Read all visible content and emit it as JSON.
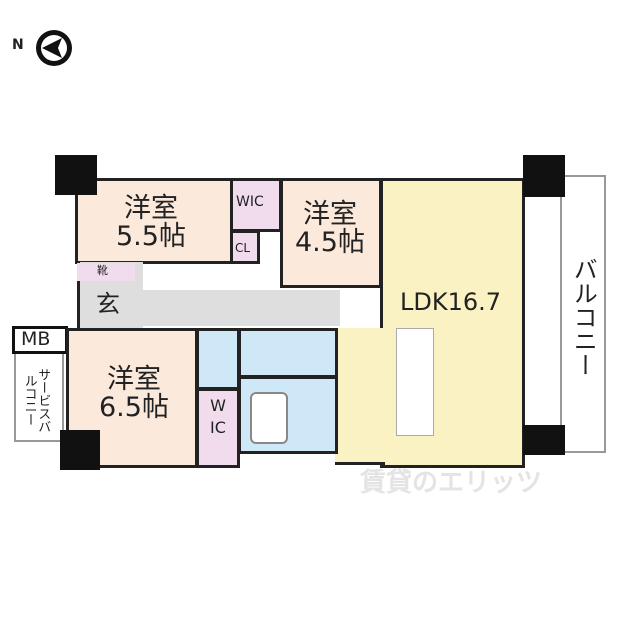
{
  "compass": {
    "label": "N",
    "icon": "north-arrow-icon"
  },
  "rooms": {
    "western_room_1": {
      "name": "洋室",
      "size": "5.5帖"
    },
    "western_room_2": {
      "name": "洋室",
      "size": "4.5帖"
    },
    "western_room_3": {
      "name": "洋室",
      "size": "6.5帖"
    },
    "wic_top": "WIC",
    "closet": "CL",
    "shoe_closet": "靴",
    "entrance": "玄",
    "meter_box": "MB",
    "service_balcony": "サービスバルコニー",
    "wic_vertical": "WIC",
    "ldk": "LDK16.7",
    "balcony": "バルコニー"
  },
  "watermark": "賃貸のエリッツ",
  "colors": {
    "western": "#fbe9dc",
    "ldk": "#fbf2c3",
    "wet": "#cfe8f7",
    "wic": "#f1dcee",
    "hall": "#dedede"
  }
}
